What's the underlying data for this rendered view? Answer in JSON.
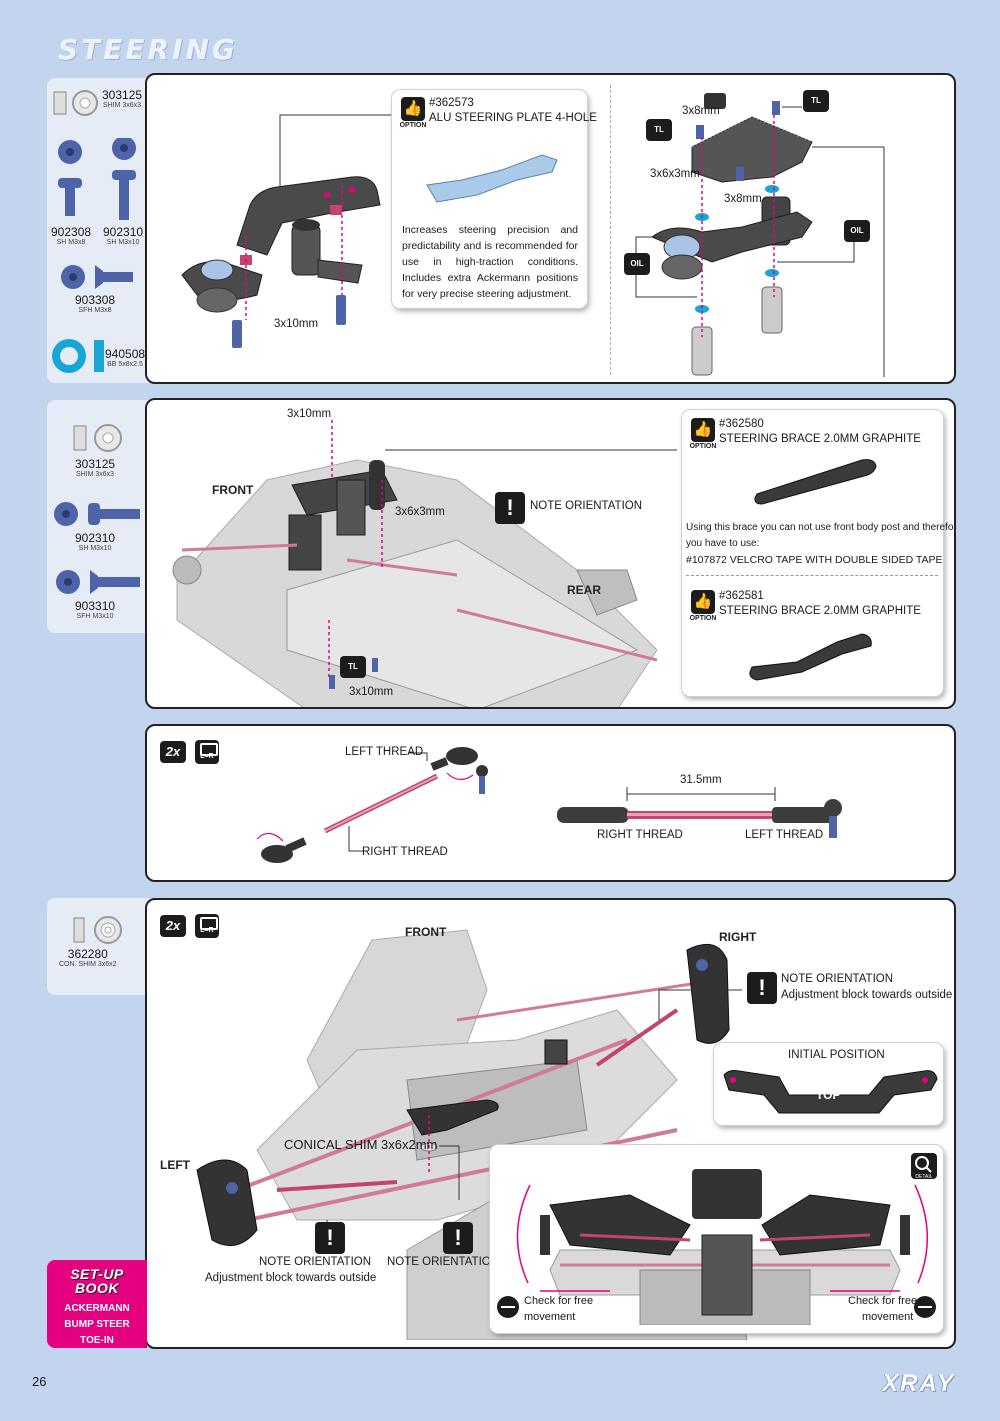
{
  "page": {
    "title": "STEERING",
    "page_number": "26",
    "brand": "XRAY"
  },
  "parts": {
    "step1": [
      {
        "code": "303125",
        "desc": "SHIM 3x6x3"
      },
      {
        "code": "902308",
        "desc": "SH M3x8"
      },
      {
        "code": "902310",
        "desc": "SH M3x10"
      },
      {
        "code": "903308",
        "desc": "SFH M3x8"
      },
      {
        "code": "940508",
        "desc": "BB 5x8x2.5"
      }
    ],
    "step2": [
      {
        "code": "303125",
        "desc": "SHIM 3x6x3"
      },
      {
        "code": "902310",
        "desc": "SH M3x10"
      },
      {
        "code": "903310",
        "desc": "SFH M3x10"
      }
    ],
    "step4": [
      {
        "code": "362280",
        "desc": "CON. SHIM 3x6x2"
      }
    ]
  },
  "step1": {
    "screw_left": "3x10mm",
    "option_label": "OPTION",
    "option_part": "#362573",
    "option_name": "ALU STEERING PLATE 4-HOLE",
    "option_text": "Increases steering precision and predictability and is recommended for use in high-traction conditions. Includes extra Ackermann positions for very precise steering adjustment.",
    "screw_a": "3x8mm",
    "shim": "3x6x3mm",
    "screw_b": "3x8mm",
    "tl": "TL",
    "oil": "OIL"
  },
  "step2": {
    "screw_top": "3x10mm",
    "front": "FRONT",
    "rear": "REAR",
    "shim": "3x6x3mm",
    "note": "NOTE ORIENTATION",
    "screw_bottom": "3x10mm",
    "tl": "TL",
    "option_label": "OPTION",
    "opt1_part": "#362580",
    "opt1_name": "STEERING BRACE 2.0MM GRAPHITE",
    "opt_text1": "Using this brace you can not use front body post and therefore",
    "opt_text2": "you have to use:",
    "opt_text3": "#107872 VELCRO TAPE WITH DOUBLE SIDED TAPE",
    "opt2_part": "#362581",
    "opt2_name": "STEERING BRACE 2.0MM GRAPHITE"
  },
  "step3": {
    "qty": "2x",
    "lr": "L=R",
    "left_thread": "LEFT THREAD",
    "right_thread": "RIGHT THREAD",
    "length": "31.5mm",
    "right_thread_2": "RIGHT  THREAD",
    "left_thread_2": "LEFT  THREAD"
  },
  "step4": {
    "qty": "2x",
    "lr": "L=R",
    "front": "FRONT",
    "right": "RIGHT",
    "left": "LEFT",
    "note1_title": "NOTE ORIENTATION",
    "note1_text": "Adjustment block towards outside",
    "initial_position": "INITIAL POSITION",
    "top": "TOP",
    "conical_shim": "CONICAL SHIM 3x6x2mm",
    "note2_title": "NOTE ORIENTATION",
    "note2_text": "Adjustment block towards outside",
    "note3_title": "NOTE ORIENTATION",
    "detail": "DETAIL",
    "check_left_1": "Check for free",
    "check_left_2": "movement",
    "check_right_1": "Check for free",
    "check_right_2": "movement"
  },
  "setup_book": {
    "title_1": "SET-UP",
    "title_2": "BOOK",
    "items": [
      "ACKERMANN",
      "BUMP STEER",
      "TOE-IN"
    ]
  },
  "colors": {
    "background": "#c3d5ee",
    "accent_pink": "#e4007e",
    "panel_border": "#222222"
  }
}
